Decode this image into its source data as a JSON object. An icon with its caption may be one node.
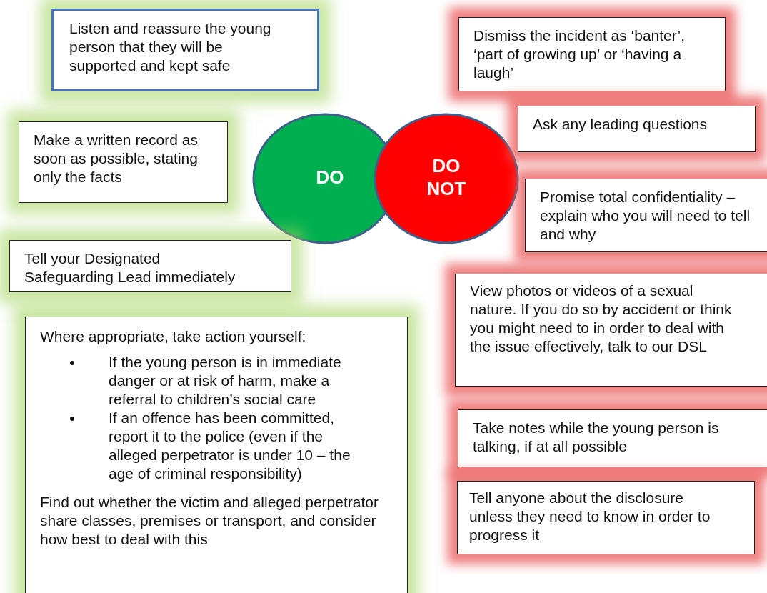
{
  "diagram": {
    "nodes": [
      {
        "text": [
          "Listen and reassure the young person that they will be supported and kept safe"
        ]
      },
      {
        "text": [
          "Make a written record as soon as possible, stating only the facts"
        ]
      },
      {
        "text": [
          "Tell your Designated Safeguarding Lead immediately"
        ]
      },
      {
        "text": [
          "Where appropriate, take action yourself:",
          "If the young person is in immediate danger or at risk of harm, make a referral to children’s social care",
          "If an offence has been committed, report it to the police (even if the alleged perpetrator is under 10 – the age of criminal responsibility)",
          "Find out whether the victim and alleged perpetrator share classes, premises or transport, and consider how best to deal with this"
        ]
      },
      {
        "text": [
          "DO"
        ]
      },
      {
        "text": [
          "DO NOT"
        ]
      },
      {
        "text": [
          "Dismiss the incident as ‘banter’, ‘part of growing up’ or ‘having a laugh’"
        ]
      },
      {
        "text": [
          "Ask any leading questions"
        ]
      },
      {
        "text": [
          "Promise total confidentiality – explain who you will need to tell and why"
        ]
      },
      {
        "text": [
          "View photos or videos of a sexual nature.  If you do so by accident or think you might need to in order to deal with the issue effectively, talk to our DSL"
        ]
      },
      {
        "text": [
          "Take notes while the young person is talking, if at all possible"
        ]
      },
      {
        "text": [
          "Tell anyone about the disclosure unless they need to know in order to progress it"
        ]
      }
    ]
  }
}
